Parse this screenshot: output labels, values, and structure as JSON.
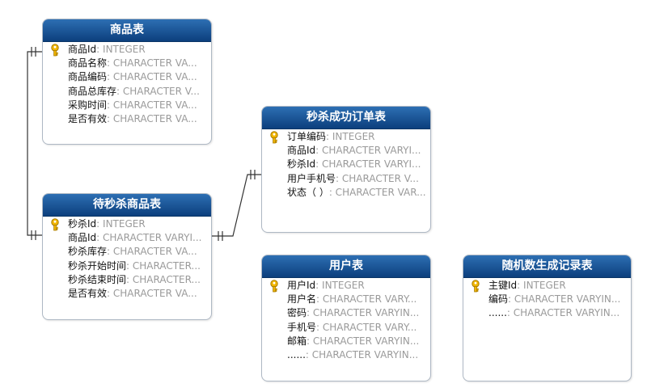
{
  "tables": {
    "goods": {
      "title": "商品表",
      "fields": [
        {
          "name": "商品Id",
          "type": ": INTEGER",
          "pk": true
        },
        {
          "name": "商品名称",
          "type": ": CHARACTER VA..."
        },
        {
          "name": "商品编码",
          "type": ": CHARACTER VA..."
        },
        {
          "name": "商品总库存",
          "type": ": CHARACTER V..."
        },
        {
          "name": "采购时间",
          "type": ": CHARACTER VA..."
        },
        {
          "name": "是否有效",
          "type": ": CHARACTER VA..."
        }
      ]
    },
    "seckill_goods": {
      "title": "待秒杀商品表",
      "fields": [
        {
          "name": "秒杀Id",
          "type": ": INTEGER",
          "pk": true
        },
        {
          "name": "商品Id",
          "type": ": CHARACTER VARYI..."
        },
        {
          "name": "秒杀库存",
          "type": ": CHARACTER VA..."
        },
        {
          "name": "秒杀开始时间",
          "type": ": CHARACTER..."
        },
        {
          "name": "秒杀结束时间",
          "type": ": CHARACTER..."
        },
        {
          "name": "是否有效",
          "type": ": CHARACTER VA..."
        }
      ]
    },
    "orders": {
      "title": "秒杀成功订单表",
      "fields": [
        {
          "name": "订单编码",
          "type": ": INTEGER",
          "pk": true
        },
        {
          "name": "商品Id",
          "type": ": CHARACTER VARYI..."
        },
        {
          "name": "秒杀Id",
          "type": ": CHARACTER VARYI..."
        },
        {
          "name": "用户手机号",
          "type": ": CHARACTER V..."
        },
        {
          "name": "状态（ ）",
          "type": ": CHARACTER VAR..."
        }
      ]
    },
    "users": {
      "title": "用户表",
      "fields": [
        {
          "name": "用户Id",
          "type": ": INTEGER",
          "pk": true
        },
        {
          "name": "用户名",
          "type": ": CHARACTER VARY..."
        },
        {
          "name": "密码",
          "type": ": CHARACTER VARYIN..."
        },
        {
          "name": "手机号",
          "type": ": CHARACTER VARY..."
        },
        {
          "name": "邮箱",
          "type": ": CHARACTER VARYIN..."
        },
        {
          "name": "......",
          "type": ": CHARACTER VARYIN..."
        }
      ]
    },
    "random_log": {
      "title": "随机数生成记录表",
      "fields": [
        {
          "name": "主键Id",
          "type": ": INTEGER",
          "pk": true
        },
        {
          "name": "编码",
          "type": ": CHARACTER VARYIN..."
        },
        {
          "name": "......",
          "type": ": CHARACTER VARYIN..."
        }
      ]
    }
  },
  "colors": {
    "header_top": "#2d6fb3",
    "header_bottom": "#0c3f7d",
    "border": "#aeb8c4",
    "type_text": "#9a9a9a",
    "key_icon": "#f2b600"
  },
  "relationships": [
    {
      "from": "goods",
      "to": "seckill_goods",
      "notation": "one-to-one"
    },
    {
      "from": "seckill_goods",
      "to": "orders",
      "notation": "one-to-one"
    }
  ]
}
